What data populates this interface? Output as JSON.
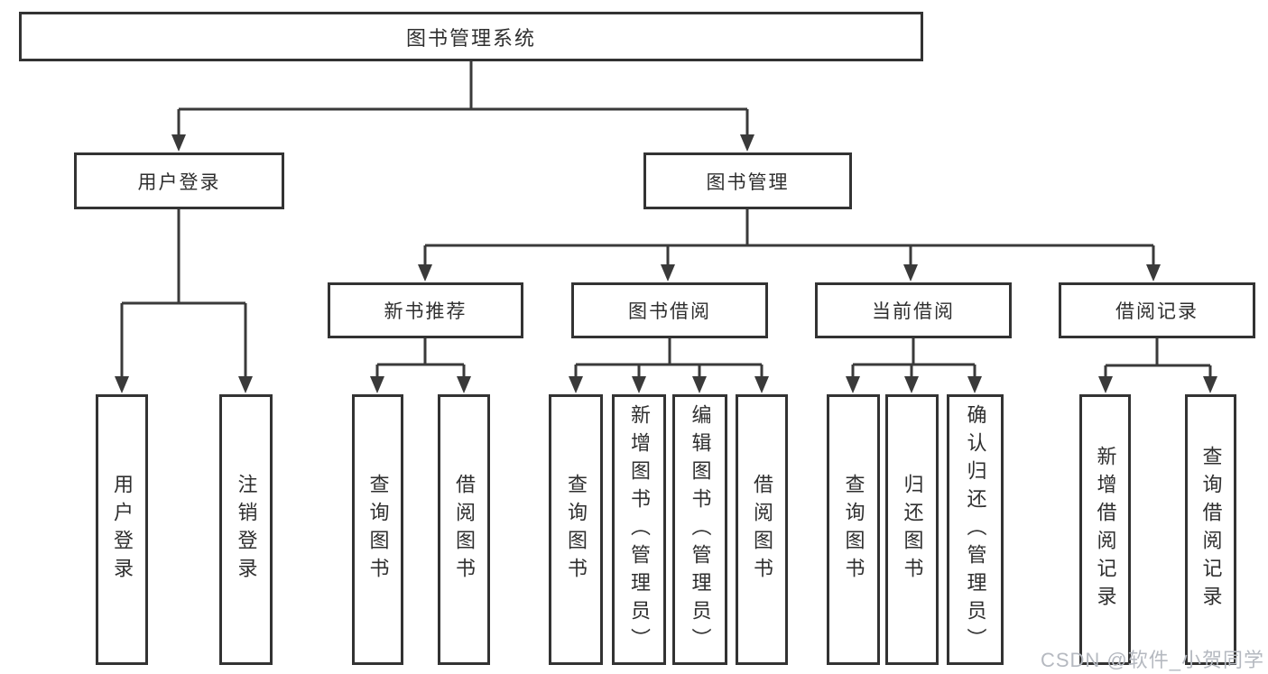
{
  "diagram": {
    "colors": {
      "line": "#3a3a3a",
      "border": "#333333",
      "text": "#2f2f2f",
      "watermark_text": "#b5b9c0",
      "background": "#ffffff"
    },
    "nodes": {
      "root": "图书管理系统",
      "user_login": "用户登录",
      "book_mgmt": "图书管理",
      "new_book_rec": "新书推荐",
      "book_borrow": "图书借阅",
      "current_borrow": "当前借阅",
      "borrow_record": "借阅记录",
      "leaf_user_login": "用户登录",
      "leaf_logout": "注销登录",
      "leaf_nb_query": "查询图书",
      "leaf_nb_borrow": "借阅图书",
      "leaf_bb_query": "查询图书",
      "leaf_bb_add": "新增图书（管理员）",
      "leaf_bb_edit": "编辑图书（管理员）",
      "leaf_bb_borrow": "借阅图书",
      "leaf_cb_query": "查询图书",
      "leaf_cb_return": "归还图书",
      "leaf_cb_confirm": "确认归还（管理员）",
      "leaf_br_add": "新增借阅记录",
      "leaf_br_query": "查询借阅记录"
    },
    "watermark": "CSDN @软件_小贺同学"
  }
}
